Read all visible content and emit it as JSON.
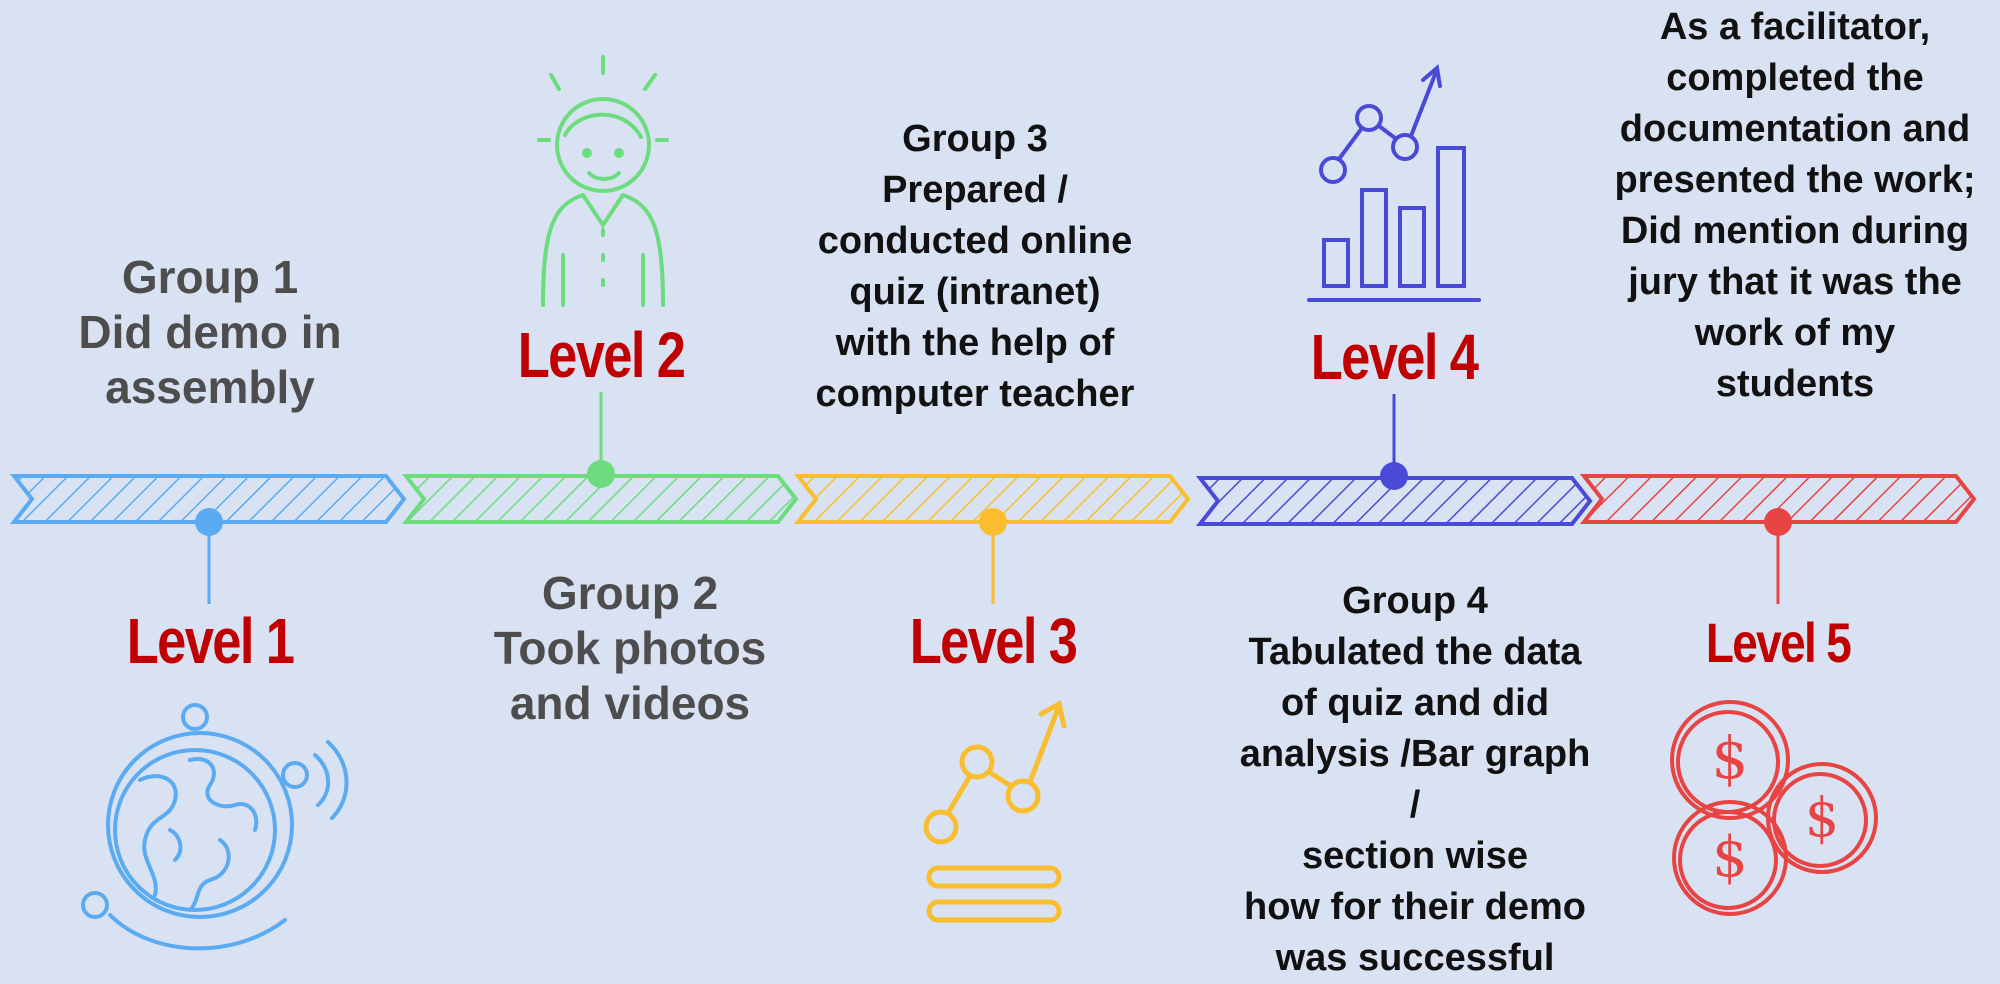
{
  "colors": {
    "background": "#d9e2f2",
    "level_text": "#c00000",
    "stage1": "#5aabf2",
    "stage2": "#6ddc7e",
    "stage3": "#f9bd2e",
    "stage4": "#4a4ad9",
    "stage5": "#e84444"
  },
  "stages": [
    {
      "level": "Level 1",
      "description": [
        "Group 1",
        "Did demo in",
        "assembly"
      ],
      "icon": "globe-icon"
    },
    {
      "level": "Level 2",
      "description": [
        "Group 2",
        "Took photos",
        "and videos"
      ],
      "icon": "person-idea-icon"
    },
    {
      "level": "Level 3",
      "description": [
        "Group 3",
        "Prepared /",
        "conducted online",
        "quiz (intranet)",
        "with the help of",
        "computer teacher"
      ],
      "icon": "growth-chart-icon"
    },
    {
      "level": "Level 4",
      "description": [
        "Group 4",
        "Tabulated the data",
        "of quiz and did",
        "analysis /Bar graph",
        "/",
        "section wise",
        "how for their demo",
        "was successful"
      ],
      "icon": "bar-chart-icon"
    },
    {
      "level": "Level 5",
      "description": [
        "As a facilitator,",
        "completed the",
        "documentation and",
        "presented the work;",
        "Did mention during",
        "jury that it was the",
        "work of my",
        "students"
      ],
      "icon": "coins-icon"
    }
  ]
}
